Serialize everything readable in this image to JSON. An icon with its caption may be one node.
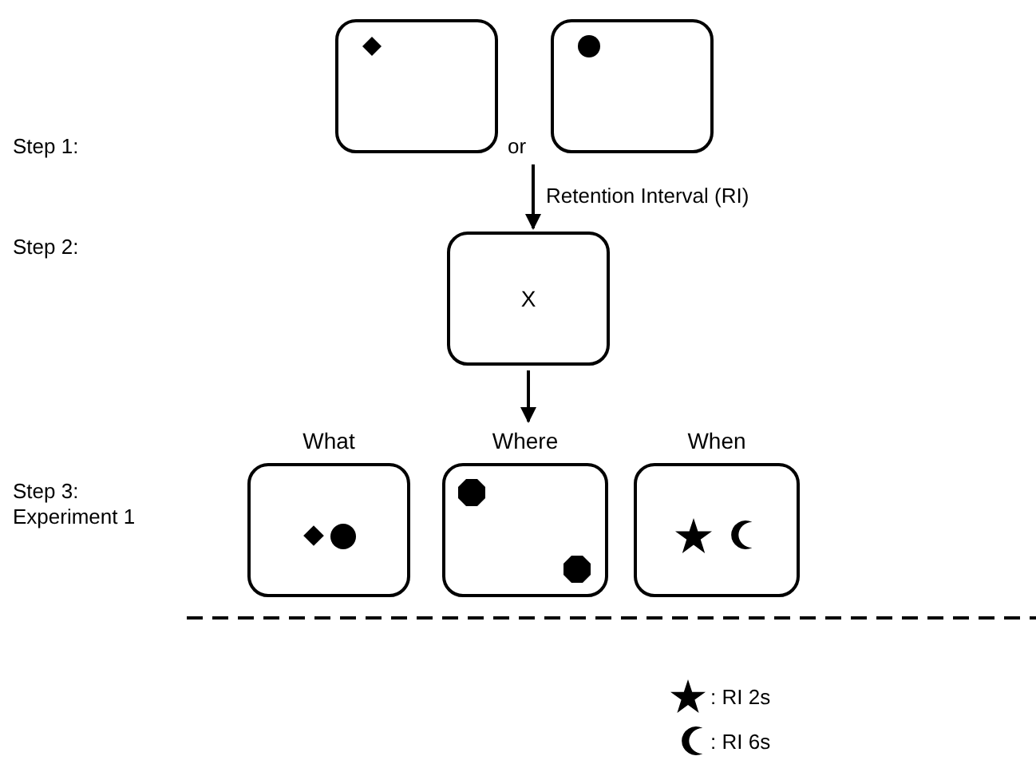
{
  "diagram": {
    "nodes": [
      {
        "text": [],
        "shape": "box"
      },
      {
        "text": [
          "or"
        ]
      },
      {
        "text": [],
        "shape": "box"
      },
      {
        "text": [
          "X"
        ]
      },
      {
        "text": [
          "What"
        ]
      },
      {
        "text": [
          "Where"
        ]
      },
      {
        "text": [
          "When"
        ]
      }
    ],
    "edges": [
      {
        "from": 1,
        "to": 3,
        "arrow": "to",
        "label": "Retention Interval (RI)"
      },
      {
        "from": 3,
        "to": 5,
        "arrow": "to"
      }
    ],
    "labels": [
      "Step 1:",
      "Step 2:",
      "Step 3: Experiment 1"
    ],
    "legend": [
      {
        "text": ": RI 2s"
      },
      {
        "text": ": RI 6s"
      }
    ]
  }
}
